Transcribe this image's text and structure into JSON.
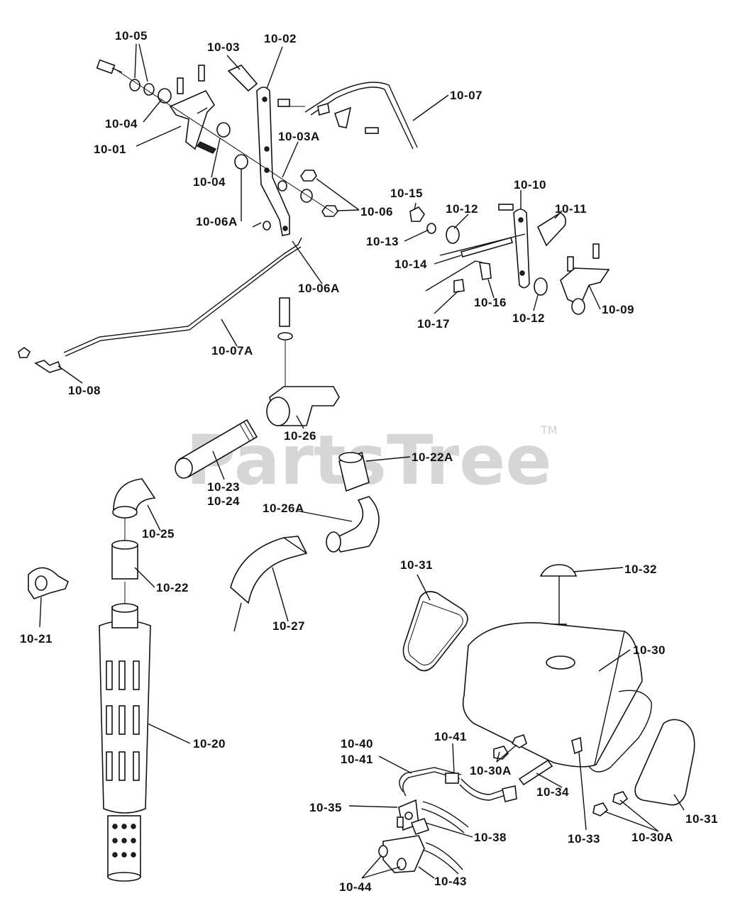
{
  "watermark": {
    "text": "PartsTree",
    "trademark": "TM"
  },
  "callouts": {
    "c10_05": "10-05",
    "c10_03": "10-03",
    "c10_02": "10-02",
    "c10_07": "10-07",
    "c10_04a": "10-04",
    "c10_01": "10-01",
    "c10_03A": "10-03A",
    "c10_04b": "10-04",
    "c10_06": "10-06",
    "c10_06A_a": "10-06A",
    "c10_06A_b": "10-06A",
    "c10_15": "10-15",
    "c10_10": "10-10",
    "c10_12a": "10-12",
    "c10_11": "10-11",
    "c10_13": "10-13",
    "c10_14": "10-14",
    "c10_16": "10-16",
    "c10_17": "10-17",
    "c10_12b": "10-12",
    "c10_09": "10-09",
    "c10_07A": "10-07A",
    "c10_08": "10-08",
    "c10_26": "10-26",
    "c10_22A": "10-22A",
    "c10_23": "10-23",
    "c10_24": "10-24",
    "c10_25": "10-25",
    "c10_26A": "10-26A",
    "c10_22": "10-22",
    "c10_27": "10-27",
    "c10_21": "10-21",
    "c10_31a": "10-31",
    "c10_32": "10-32",
    "c10_30": "10-30",
    "c10_20": "10-20",
    "c10_40": "10-40",
    "c10_41a": "10-41",
    "c10_41b": "10-41",
    "c10_30Aa": "10-30A",
    "c10_34": "10-34",
    "c10_35": "10-35",
    "c10_38": "10-38",
    "c10_33": "10-33",
    "c10_30Ab": "10-30A",
    "c10_31b": "10-31",
    "c10_44": "10-44",
    "c10_43": "10-43"
  }
}
